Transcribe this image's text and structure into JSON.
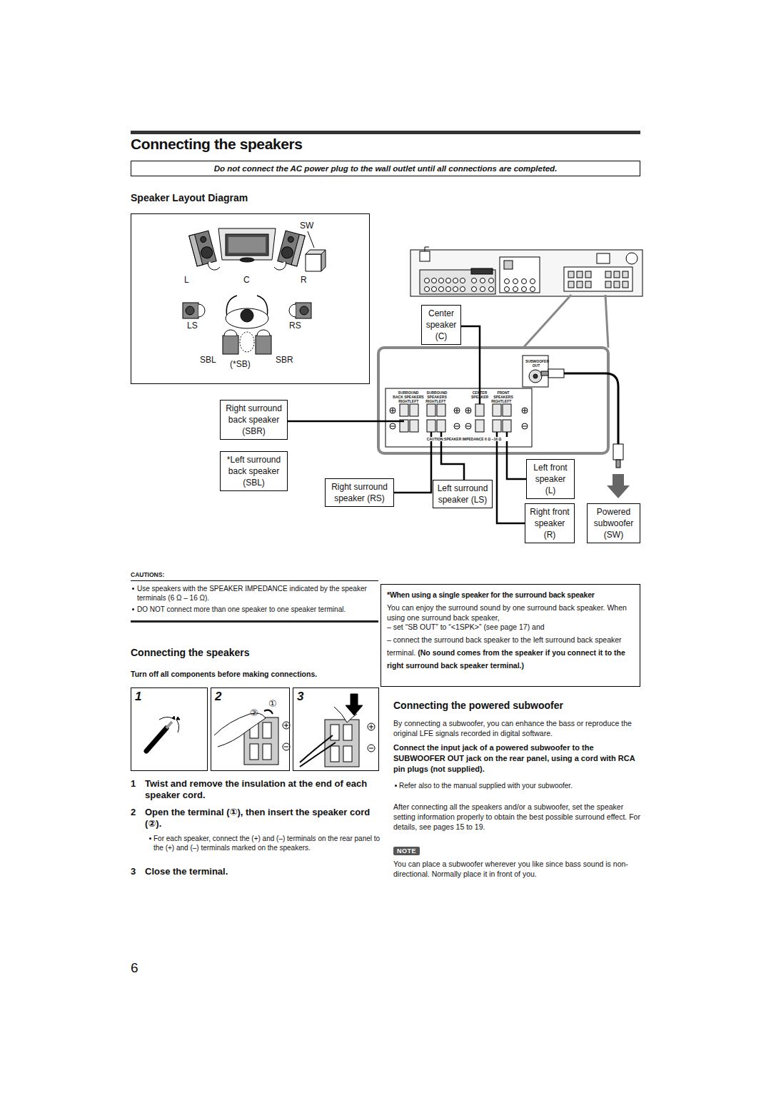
{
  "diagram": {
    "title": "Connecting the speakers",
    "nodes": [
      {
        "text": [
          "Do not connect the AC power plug to the wall outlet until all connections are completed."
        ]
      },
      {
        "text": [
          "Speaker Layout Diagram"
        ]
      },
      {
        "text": [
          "Center speaker (C)"
        ]
      },
      {
        "text": [
          "Right surround back speaker (SBR)"
        ]
      },
      {
        "text": [
          "*Left surround back speaker (SBL)"
        ]
      },
      {
        "text": [
          "Right surround speaker (RS)"
        ]
      },
      {
        "text": [
          "Left surround speaker (LS)"
        ]
      },
      {
        "text": [
          "Left front speaker (L)"
        ]
      },
      {
        "text": [
          "Right front speaker (R)"
        ]
      },
      {
        "text": [
          "Powered subwoofer (SW)"
        ]
      },
      {
        "text": [
          "CAUTIONS:",
          "Use speakers with the SPEAKER IMPEDANCE indicated by the speaker terminals (6 Ω – 16 Ω).",
          "DO NOT connect more than one speaker to one speaker terminal."
        ]
      },
      {
        "text": [
          "*When using a single speaker for the surround back speaker",
          "You can enjoy the surround sound by one surround back speaker. When using one surround back speaker,",
          "– set “SB OUT” to “<1SPK>” (see page 17) and",
          "– connect the surround back speaker to the left surround back speaker terminal.",
          "(No sound comes from the speaker if you connect it to the right surround back speaker terminal.)"
        ]
      },
      {
        "text": [
          "1"
        ]
      },
      {
        "text": [
          "2"
        ]
      },
      {
        "text": [
          "3"
        ]
      },
      {
        "text": [
          "NOTE"
        ]
      }
    ],
    "labels": [
      "SW",
      "L",
      "C",
      "R",
      "LS",
      "RS",
      "SBL",
      "(*SB)",
      "SBR",
      "SUBWOOFER OUT",
      "SURROUND BACK SPEAKERS",
      "SURROUND SPEAKERS",
      "CENTER SPEAKER",
      "FRONT SPEAKERS",
      "RIGHT",
      "LEFT",
      "RIGHT",
      "LEFT",
      "RIGHT",
      "LEFT",
      "CAUTION:SPEAKER IMPEDANCE 6 Ω –16 Ω",
      "Connecting the speakers",
      "Turn off all components before making connections.",
      "①",
      "②",
      "1",
      "Twist and remove the insulation at the end of each speaker cord.",
      "2",
      "Open the terminal (①), then insert the speaker cord (②).",
      "For each speaker, connect the (+) and (–) terminals on the rear panel to the (+) and (–) terminals marked on the speakers.",
      "3",
      "Close the terminal.",
      "Connecting the powered subwoofer",
      "By connecting a subwoofer, you can enhance the bass or reproduce the original LFE signals recorded in digital software.",
      "Connect the input jack of a powered subwoofer to the SUBWOOFER OUT jack on the rear panel, using a cord with RCA pin plugs (not supplied).",
      "Refer also to the manual supplied with your subwoofer.",
      "After connecting all the speakers and/or a subwoofer, set the speaker setting information properly to obtain the best possible surround effect. For details, see pages 15 to 19.",
      "You can place a subwoofer wherever you like since bass sound is non-directional. Normally place it in front of you.",
      "6"
    ]
  }
}
